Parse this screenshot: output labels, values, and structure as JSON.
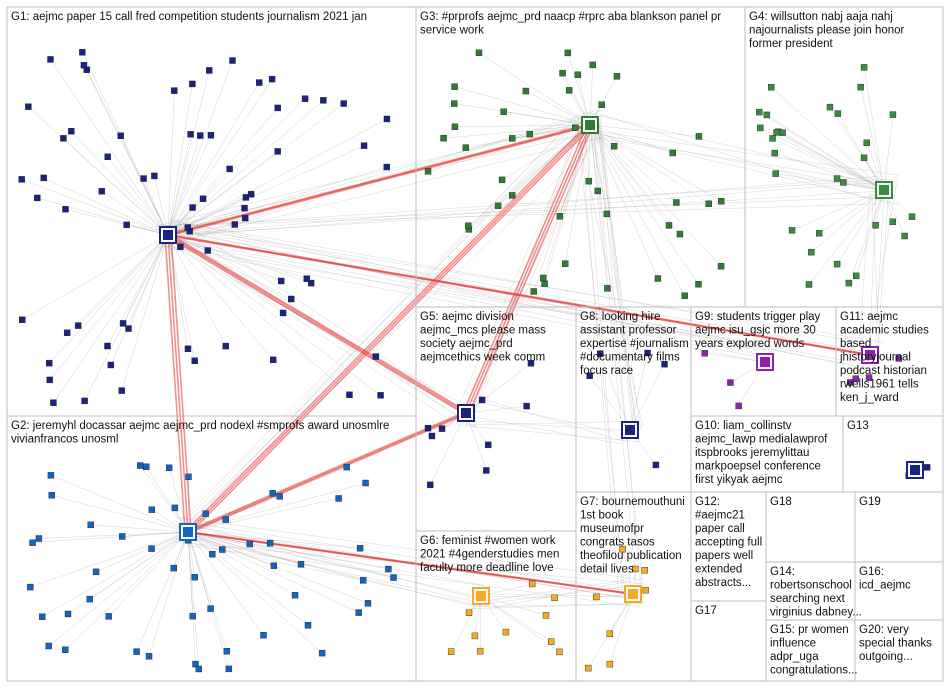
{
  "groups": [
    {
      "id": "G1",
      "lines": [
        "G1: aejmc paper 15 call fred competition students journalism 2021 jan"
      ]
    },
    {
      "id": "G2",
      "lines": [
        "G2: jeremyhl docassar aejmc aejmc_prd nodexl #smprofs award unosmlre",
        "vivianfrancos unosml"
      ]
    },
    {
      "id": "G3",
      "lines": [
        "G3: #prprofs aejmc_prd naacp #rprc aba blankson panel pr",
        "service work"
      ]
    },
    {
      "id": "G4",
      "lines": [
        "G4: willsutton nabj aaja nahj",
        "najournalists please join honor",
        "former president"
      ]
    },
    {
      "id": "G5",
      "lines": [
        "G5: aejmc division",
        "aejmc_mcs please mass",
        "society aejmc_prd",
        "aejmcethics week comm"
      ]
    },
    {
      "id": "G6",
      "lines": [
        "G6: feminist #women work",
        "2021 #4genderstudies men",
        "faculty more deadline love"
      ]
    },
    {
      "id": "G7",
      "lines": [
        "G7: bournemouthuni",
        "1st book",
        "museumofpr",
        "congrats tasos",
        "theofilou publication",
        "detail lives"
      ]
    },
    {
      "id": "G8",
      "lines": [
        "G8: looking hire",
        "assistant professor",
        "expertise #journalism",
        "#documentary films",
        "focus race"
      ]
    },
    {
      "id": "G9",
      "lines": [
        "G9: students trigger play",
        "aejmc isu_gsjc more 30",
        "years explored words"
      ]
    },
    {
      "id": "G10",
      "lines": [
        "G10: liam_collinstv",
        "aejmc_lawp medialawprof",
        "itspbrooks jeremylittau",
        "markpoepsel conference",
        "first yikyak aejmc"
      ]
    },
    {
      "id": "G11",
      "lines": [
        "G11: aejmc",
        "academic studies",
        "based",
        "jhistoryjournal",
        "podcast historian",
        "rwells1961 tells",
        "ken_j_ward"
      ]
    },
    {
      "id": "G12",
      "lines": [
        "G12:",
        "#aejmc21",
        "paper call",
        "accepting full",
        "papers well",
        "extended",
        "abstracts..."
      ]
    },
    {
      "id": "G13",
      "lines": [
        "G13"
      ]
    },
    {
      "id": "G14",
      "lines": [
        "G14:",
        "robertsonschool",
        "searching next",
        "virginius dabney..."
      ]
    },
    {
      "id": "G15",
      "lines": [
        "G15: pr women",
        "influence",
        "adpr_uga",
        "congratulations..."
      ]
    },
    {
      "id": "G16",
      "lines": [
        "G16:",
        "icd_aejmc"
      ]
    },
    {
      "id": "G17",
      "lines": [
        "G17"
      ]
    },
    {
      "id": "G18",
      "lines": [
        "G18"
      ]
    },
    {
      "id": "G19",
      "lines": [
        "G19"
      ]
    },
    {
      "id": "G20",
      "lines": [
        "G20: very",
        "special thanks",
        "outgoing..."
      ]
    }
  ],
  "colors": {
    "edge_strong": "#e53935",
    "edge_faint": "#9e9e9e",
    "box_border": "#bdbdbd",
    "g1_node": "#1a237e",
    "g2_node": "#1565c0",
    "g3_node": "#2e7d32",
    "g4_node": "#388e3c",
    "g6_node": "#f9a825",
    "g9_node": "#8e24aa"
  }
}
